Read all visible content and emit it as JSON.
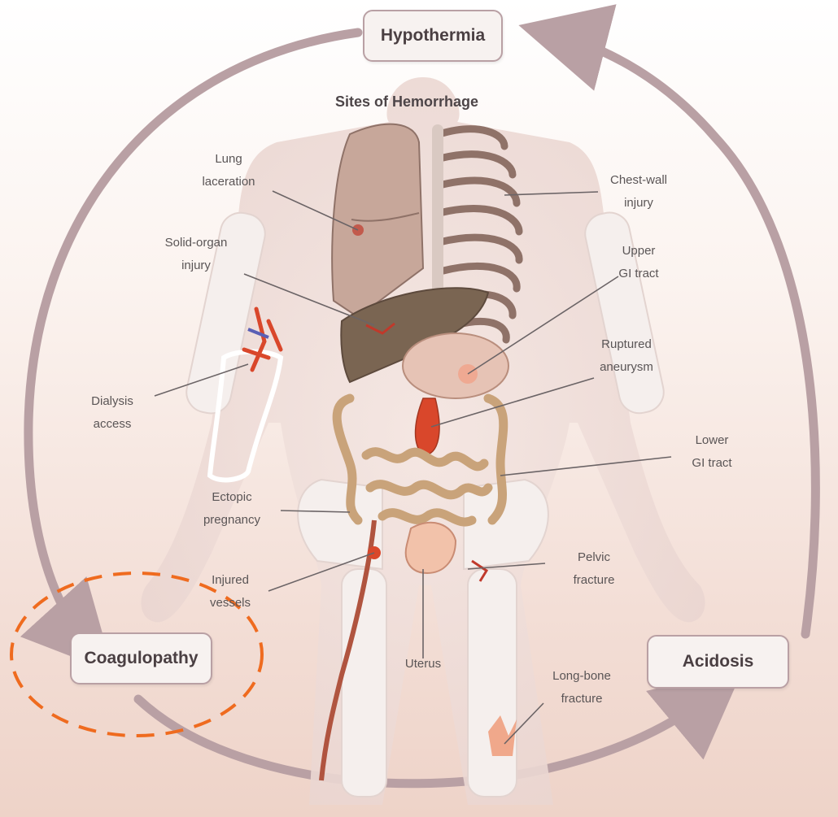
{
  "title": "Sites of Hemorrhage",
  "cycle": {
    "hypothermia": "Hypothermia",
    "coagulopathy": "Coagulopathy",
    "acidosis": "Acidosis"
  },
  "labels": {
    "lung_laceration_1": "Lung",
    "lung_laceration_2": "laceration",
    "solid_organ_1": "Solid-organ",
    "solid_organ_2": "injury",
    "chest_wall_1": "Chest-wall",
    "chest_wall_2": "injury",
    "upper_gi_1": "Upper",
    "upper_gi_2": "GI tract",
    "ruptured_1": "Ruptured",
    "ruptured_2": "aneurysm",
    "dialysis_1": "Dialysis",
    "dialysis_2": "access",
    "lower_gi_1": "Lower",
    "lower_gi_2": "GI tract",
    "ectopic_1": "Ectopic",
    "ectopic_2": "pregnancy",
    "injured_1": "Injured",
    "injured_2": "vessels",
    "pelvic_1": "Pelvic",
    "pelvic_2": "fracture",
    "uterus": "Uterus",
    "longbone_1": "Long-bone",
    "longbone_2": "fracture"
  },
  "colors": {
    "cycle_arrow": "#b9a0a4",
    "highlight": "#ef6b1f",
    "blood": "#d9472b"
  }
}
